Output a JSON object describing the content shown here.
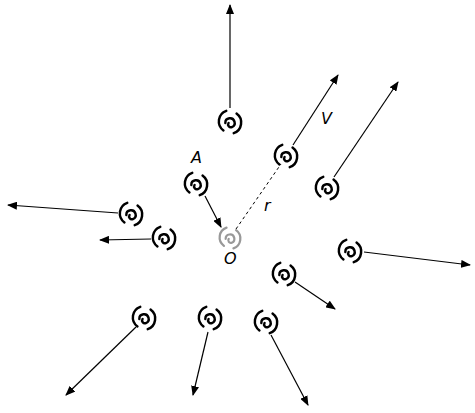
{
  "diagram": {
    "labels": [
      "A",
      "V",
      "r",
      "O"
    ]
  }
}
